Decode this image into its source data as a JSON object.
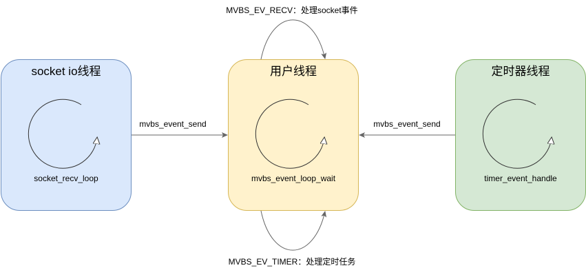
{
  "nodes": {
    "socket": {
      "title": "socket io线程",
      "loop_label": "socket_recv_loop",
      "fill": "#dae8fc",
      "stroke": "#6c8ebf"
    },
    "user": {
      "title": "用户线程",
      "loop_label": "mvbs_event_loop_wait",
      "fill": "#fff2cc",
      "stroke": "#d6b656"
    },
    "timer": {
      "title": "定时器线程",
      "loop_label": "timer_event_handle",
      "fill": "#d5e8d4",
      "stroke": "#82b366"
    }
  },
  "edges": {
    "socket_to_user": "mvbs_event_send",
    "timer_to_user": "mvbs_event_send",
    "recv_loop": "MVBS_EV_RECV：处理socket事件",
    "timer_loop": "MVBS_EV_TIMER：处理定时任务"
  }
}
